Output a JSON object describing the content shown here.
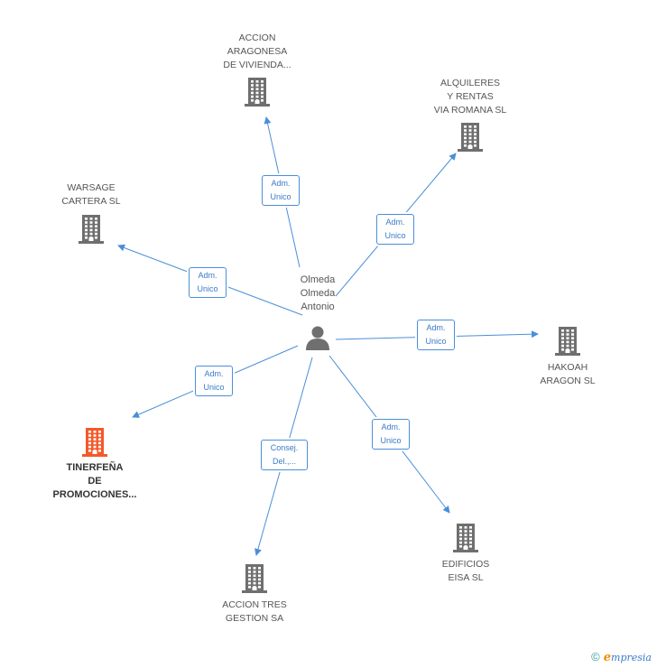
{
  "center": {
    "name": "Olmeda\nOlmeda\nAntonio",
    "icon": "person-icon"
  },
  "companies": [
    {
      "id": "accion-aragonesa",
      "name": "ACCION\nARAGONESA\nDE VIVIENDA...",
      "highlight": false,
      "role": "Adm.\nUnico"
    },
    {
      "id": "alquileres-rentas",
      "name": "ALQUILERES\nY RENTAS\nVIA ROMANA SL",
      "highlight": false,
      "role": "Adm.\nUnico"
    },
    {
      "id": "warsage-cartera",
      "name": "WARSAGE\nCARTERA SL",
      "highlight": false,
      "role": "Adm.\nUnico"
    },
    {
      "id": "hakoah-aragon",
      "name": "HAKOAH\nARAGON SL",
      "highlight": false,
      "role": "Adm.\nUnico"
    },
    {
      "id": "tinerfena",
      "name": "TINERFEÑA\nDE\nPROMOCIONES...",
      "highlight": true,
      "role": "Adm.\nUnico"
    },
    {
      "id": "edificios-eisa",
      "name": "EDIFICIOS\nEISA SL",
      "highlight": false,
      "role": "Adm.\nUnico"
    },
    {
      "id": "accion-tres",
      "name": "ACCION TRES\nGESTION SA",
      "highlight": false,
      "role": "Consej.\nDel.,..."
    }
  ],
  "colors": {
    "edge": "#4a8fd9",
    "building": "#6f6f6f",
    "building_highlight": "#f4592a",
    "person": "#6f6f6f"
  },
  "footer": {
    "copyright": "©",
    "brand_first": "e",
    "brand_rest": "mpresia"
  }
}
